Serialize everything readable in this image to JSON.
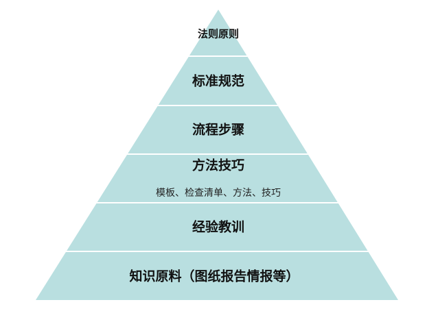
{
  "colors": {
    "fill": "#b9dfe0",
    "separator": "#ffffff",
    "text": "#111111"
  },
  "pyramid": {
    "layers": [
      {
        "label": "法则原则",
        "sublabel": ""
      },
      {
        "label": "标准规范",
        "sublabel": ""
      },
      {
        "label": "流程步骤",
        "sublabel": ""
      },
      {
        "label": "方法技巧",
        "sublabel": "模板、检查清单、方法、技巧"
      },
      {
        "label": "经验教训",
        "sublabel": ""
      },
      {
        "label": "知识原料（图纸报告情报等）",
        "sublabel": ""
      }
    ]
  }
}
